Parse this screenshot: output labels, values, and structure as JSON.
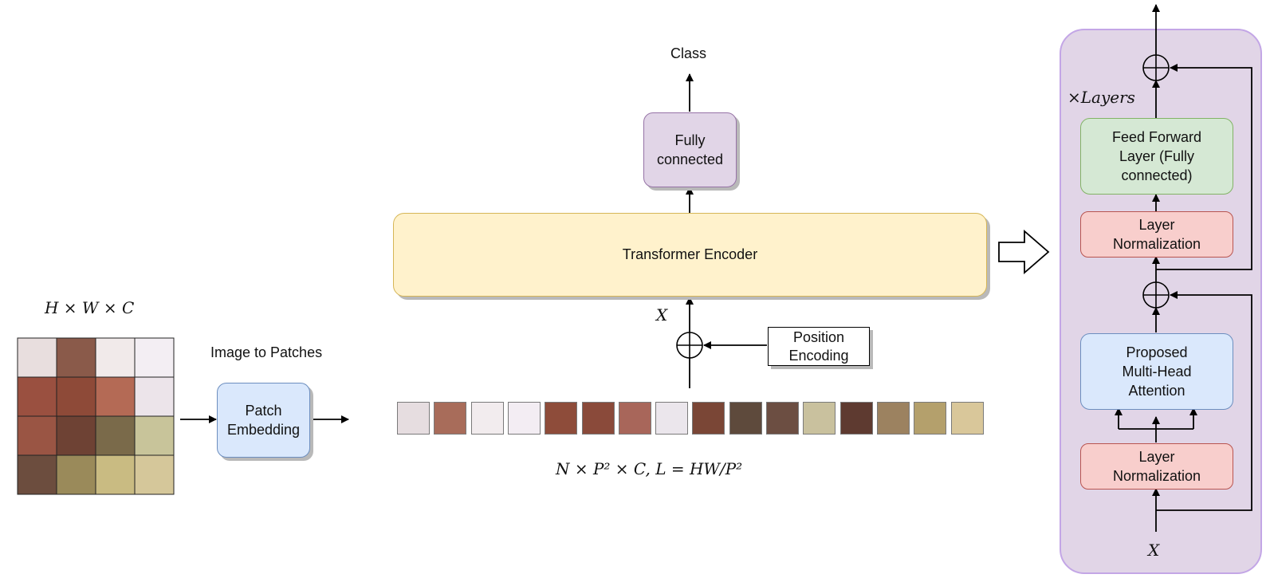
{
  "labels": {
    "input_dims": "H × W × C",
    "image_to_patches": "Image to Patches",
    "patch_embedding": "Patch\nEmbedding",
    "transformer_encoder": "Transformer Encoder",
    "fully_connected": "Fully\nconnected",
    "class": "Class",
    "position_encoding": "Position\nEncoding",
    "x_symbol": "X",
    "seq_dims": "N × P² × C,      L = HW/P²",
    "layers": "×Layers",
    "feed_forward": "Feed Forward\nLayer (Fully\nconnected)",
    "layer_norm_top": "Layer\nNormalization",
    "multi_head_attention": "Proposed\nMulti-Head\nAttention",
    "layer_norm_bottom": "Layer\nNormalization",
    "x_input": "X"
  },
  "colors": {
    "purple_fill": "#e1d5e7",
    "purple_stroke": "#9673a6",
    "yellow_fill": "#fff2cc",
    "yellow_stroke": "#d6b656",
    "blue_fill": "#dae8fc",
    "blue_stroke": "#6c8ebf",
    "green_fill": "#d5e8d4",
    "green_stroke": "#82b366",
    "red_fill": "#f8cecc",
    "red_stroke": "#b85450"
  },
  "image_patch_colors": [
    "#e8dede",
    "#8a5a4a",
    "#f1eaea",
    "#f3eef3",
    "#9a5040",
    "#8e4a38",
    "#b46a55",
    "#ece4ea",
    "#9a5544",
    "#6e4234",
    "#7a6a4a",
    "#c8c49a",
    "#6c4d3e",
    "#9a8a5a",
    "#c9bb82",
    "#d5c79a"
  ],
  "sequence_patch_colors": [
    "#e6dde0",
    "#a86c5a",
    "#f2ecee",
    "#f3edf3",
    "#8e4c3a",
    "#8a4a3a",
    "#a8665a",
    "#ebe6ec",
    "#7a4636",
    "#5e4a3c",
    "#6c4e42",
    "#c9c19e",
    "#5e3a30",
    "#9c8260",
    "#b4a06c",
    "#d9c79a"
  ]
}
